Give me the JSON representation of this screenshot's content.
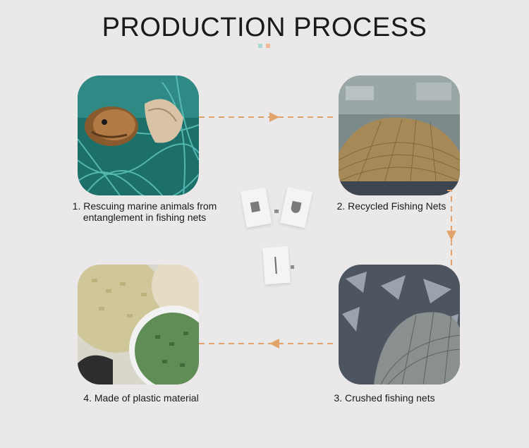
{
  "title": "PRODUCTION PROCESS",
  "accent_colors": {
    "arrow": "#e3a26a",
    "dot_teal": "#a9d7d6",
    "dot_peach": "#f2b99b"
  },
  "steps": [
    {
      "line1": "1. Rescuing marine animals from",
      "line2": "entanglement in fishing nets",
      "image": "sea-turtle-in-net"
    },
    {
      "line1": "2. Recycled Fishing Nets",
      "image": "fishing-net-pile"
    },
    {
      "line1": "3. Crushed fishing nets",
      "image": "crushed-net"
    },
    {
      "line1": "4. Made of plastic material",
      "image": "plastic-pellets"
    }
  ]
}
